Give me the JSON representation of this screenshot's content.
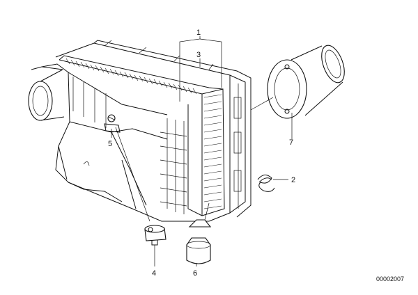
{
  "diagram": {
    "callouts": [
      "1",
      "3",
      "5",
      "4",
      "6",
      "2",
      "7"
    ],
    "document_number": "00002007"
  }
}
